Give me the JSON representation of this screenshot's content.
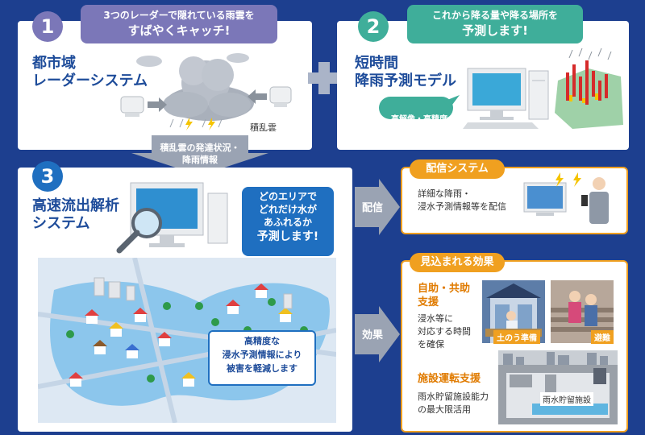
{
  "step1": {
    "num": "1",
    "callout_line1": "3つのレーダーで隠れている雨雲を",
    "callout_line2": "すばやくキャッチ!",
    "title_line1": "都市域",
    "title_line2": "レーダーシステム",
    "cloud_label": "積乱雲"
  },
  "step2": {
    "num": "2",
    "callout_line1": "これから降る量や降る場所を",
    "callout_line2": "予測します!",
    "title_line1": "短時間",
    "title_line2": "降雨予測モデル",
    "bubble": "高解像・高精度"
  },
  "down_arrow": {
    "line1": "積乱雲の発達状況・",
    "line2": "降雨情報"
  },
  "step3": {
    "num": "3",
    "title_line1": "高速流出解析",
    "title_line2": "システム",
    "callout_line1": "どのエリアで",
    "callout_line2": "どれだけ水が",
    "callout_line3": "あふれるか",
    "callout_line4": "予測します!",
    "map_line1": "高精度な",
    "map_line2": "浸水予測情報により",
    "map_line3": "被害を軽減します"
  },
  "arrow_delivery": "配信",
  "arrow_effect": "効果",
  "delivery": {
    "tab": "配信システム",
    "line1": "詳細な降雨・",
    "line2": "浸水予測情報等を配信"
  },
  "effects": {
    "tab": "見込まれる効果",
    "self_help_title1": "自助・共助",
    "self_help_title2": "支援",
    "self_help_text1": "浸水等に",
    "self_help_text2": "対応する時間",
    "self_help_text3": "を確保",
    "photo1_label": "土のう準備",
    "photo2_label": "避難",
    "facility_title": "施設運転支援",
    "facility_text1": "雨水貯留施設能力",
    "facility_text2": "の最大限活用",
    "facility_label": "雨水貯留施設"
  },
  "colors": {
    "navy": "#1d3f8f",
    "purple": "#7b77b8",
    "teal": "#3fae9a",
    "blue": "#1f6fc0",
    "orange": "#f0a020",
    "title_blue": "#1e4c9a"
  }
}
